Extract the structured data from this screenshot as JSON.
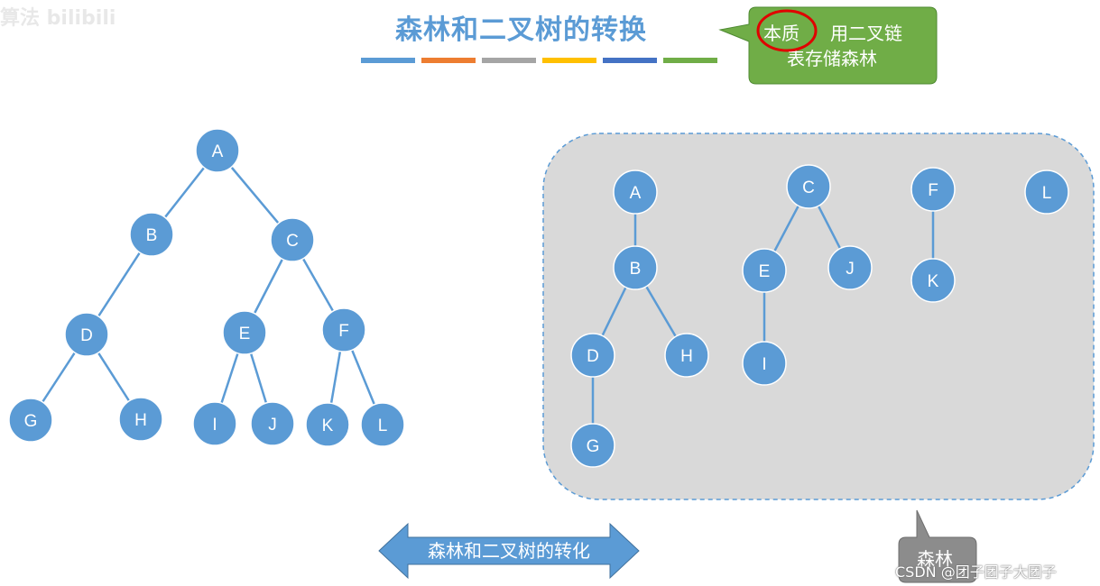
{
  "title": "森林和二叉树的转换",
  "title_bar_colors": [
    "#5b9bd5",
    "#ed7d31",
    "#a5a5a5",
    "#ffc000",
    "#4472c4",
    "#70ad47"
  ],
  "watermark_top": "算法 bilibili",
  "callout_top": {
    "line1_a": "本质",
    "line1_b": "用二叉链",
    "line2": "表存储森林",
    "fill": "#70ad47"
  },
  "callout_forest": {
    "label": "森林",
    "fill": "#8c8c8c"
  },
  "double_arrow": {
    "label": "森林和二叉树的转化",
    "fill": "#5b9bd5"
  },
  "watermark": "CSDN @团子团子大团子",
  "node_color": "#5b9bd5",
  "binary_tree": {
    "nodes": [
      "A",
      "B",
      "C",
      "D",
      "E",
      "F",
      "G",
      "H",
      "I",
      "J",
      "K",
      "L"
    ],
    "edges": [
      [
        "A",
        "B"
      ],
      [
        "A",
        "C"
      ],
      [
        "B",
        "D"
      ],
      [
        "C",
        "E"
      ],
      [
        "C",
        "F"
      ],
      [
        "D",
        "G"
      ],
      [
        "D",
        "H"
      ],
      [
        "E",
        "I"
      ],
      [
        "E",
        "J"
      ],
      [
        "F",
        "K"
      ],
      [
        "F",
        "L"
      ]
    ]
  },
  "forest": {
    "trees": [
      {
        "nodes": [
          "A",
          "B",
          "D",
          "H",
          "G"
        ],
        "edges": [
          [
            "A",
            "B"
          ],
          [
            "B",
            "D"
          ],
          [
            "B",
            "H"
          ],
          [
            "D",
            "G"
          ]
        ]
      },
      {
        "nodes": [
          "C",
          "E",
          "J",
          "I"
        ],
        "edges": [
          [
            "C",
            "E"
          ],
          [
            "C",
            "J"
          ],
          [
            "E",
            "I"
          ]
        ]
      },
      {
        "nodes": [
          "F",
          "K"
        ],
        "edges": [
          [
            "F",
            "K"
          ]
        ]
      },
      {
        "nodes": [
          "L"
        ],
        "edges": []
      }
    ]
  }
}
